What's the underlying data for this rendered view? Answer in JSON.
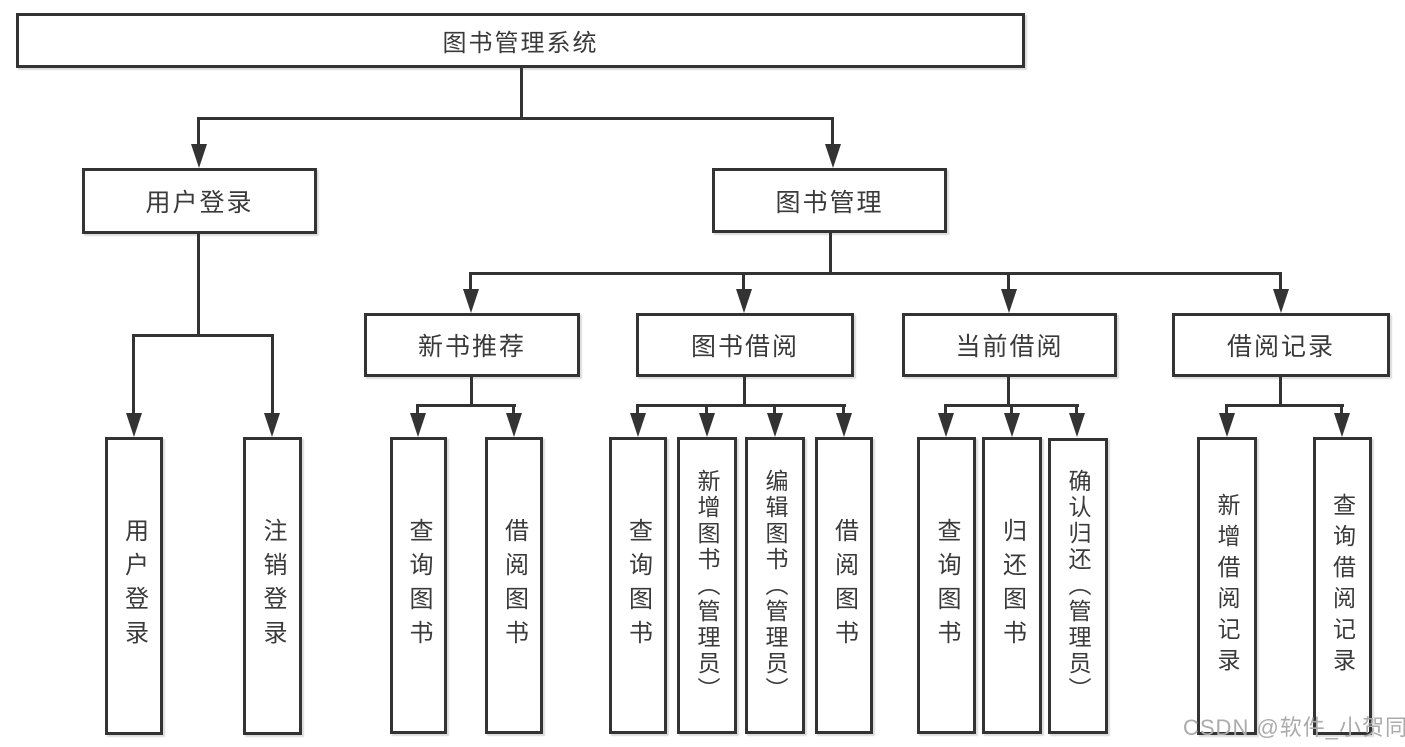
{
  "diagram_title": "图书管理系统",
  "tree": {
    "root": {
      "label": "图书管理系统"
    },
    "branches": [
      {
        "label": "用户登录",
        "children": [
          {
            "label": "用户登录"
          },
          {
            "label": "注销登录"
          }
        ]
      },
      {
        "label": "图书管理",
        "children": [
          {
            "label": "新书推荐",
            "children": [
              {
                "label": "查询图书"
              },
              {
                "label": "借阅图书"
              }
            ]
          },
          {
            "label": "图书借阅",
            "children": [
              {
                "label": "查询图书"
              },
              {
                "label": "新增图书（管理员）"
              },
              {
                "label": "编辑图书（管理员）"
              },
              {
                "label": "借阅图书"
              }
            ]
          },
          {
            "label": "当前借阅",
            "children": [
              {
                "label": "查询图书"
              },
              {
                "label": "归还图书"
              },
              {
                "label": "确认归还（管理员）"
              }
            ]
          },
          {
            "label": "借阅记录",
            "children": [
              {
                "label": "新增借阅记录"
              },
              {
                "label": "查询借阅记录"
              }
            ]
          }
        ]
      }
    ]
  },
  "watermark": {
    "text": "CSDN @软件_小贺同学"
  },
  "colors": {
    "line": "#333333",
    "text": "#3a3a3a",
    "background": "#ffffff",
    "watermark": "#ababab"
  }
}
